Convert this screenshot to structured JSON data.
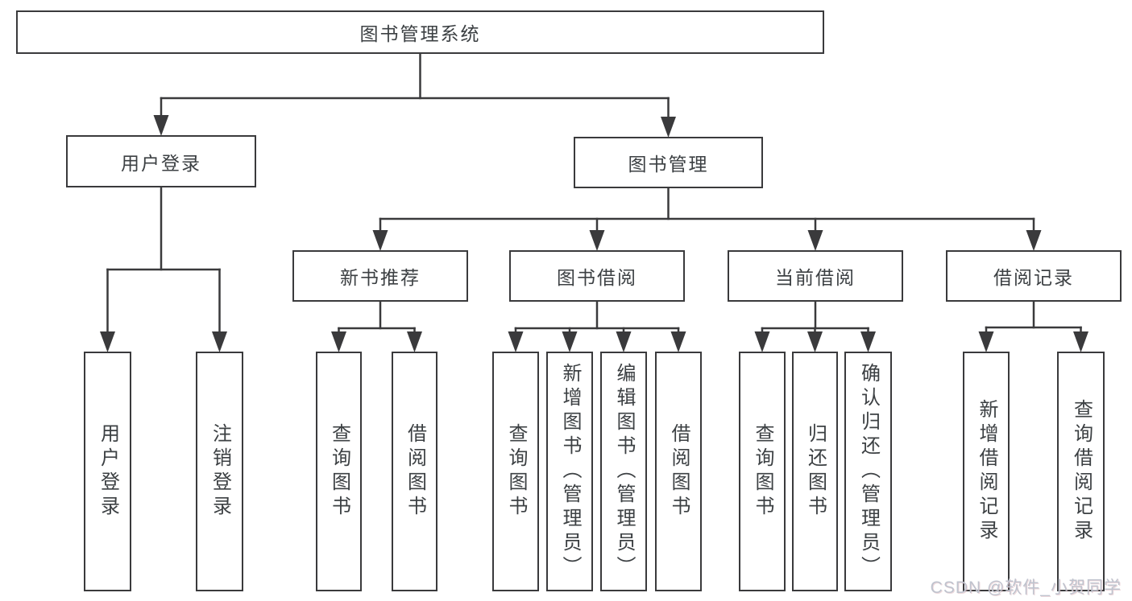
{
  "diagram": {
    "type": "hierarchy-tree",
    "title": "图书管理系统",
    "watermark": "CSDN @软件_小贺同学",
    "colors": {
      "line": "#3a3a3c",
      "text": "#3c4043",
      "background": "#ffffff",
      "watermark": "#bfc3ce"
    },
    "nodes": [
      {
        "id": "root",
        "label": "图书管理系统",
        "orientation": "horizontal",
        "level": 0
      },
      {
        "id": "user-login",
        "label": "用户登录",
        "orientation": "horizontal",
        "level": 1
      },
      {
        "id": "book-management",
        "label": "图书管理",
        "orientation": "horizontal",
        "level": 1
      },
      {
        "id": "new-book-recommend",
        "label": "新书推荐",
        "orientation": "horizontal",
        "level": 2
      },
      {
        "id": "book-borrow",
        "label": "图书借阅",
        "orientation": "horizontal",
        "level": 2
      },
      {
        "id": "current-borrow",
        "label": "当前借阅",
        "orientation": "horizontal",
        "level": 2
      },
      {
        "id": "borrow-records",
        "label": "借阅记录",
        "orientation": "horizontal",
        "level": 2
      },
      {
        "id": "leaf-user-login",
        "label": "用户登录",
        "orientation": "vertical",
        "level": 3
      },
      {
        "id": "leaf-logout",
        "label": "注销登录",
        "orientation": "vertical",
        "level": 3
      },
      {
        "id": "leaf-query-book-1",
        "label": "查询图书",
        "orientation": "vertical",
        "level": 3
      },
      {
        "id": "leaf-borrow-book-1",
        "label": "借阅图书",
        "orientation": "vertical",
        "level": 3
      },
      {
        "id": "leaf-query-book-2",
        "label": "查询图书",
        "orientation": "vertical",
        "level": 3
      },
      {
        "id": "leaf-add-book",
        "label": "新增图书（管理员）",
        "orientation": "vertical",
        "level": 3
      },
      {
        "id": "leaf-edit-book",
        "label": "编辑图书（管理员）",
        "orientation": "vertical",
        "level": 3
      },
      {
        "id": "leaf-borrow-book-2",
        "label": "借阅图书",
        "orientation": "vertical",
        "level": 3
      },
      {
        "id": "leaf-query-book-3",
        "label": "查询图书",
        "orientation": "vertical",
        "level": 3
      },
      {
        "id": "leaf-return-book",
        "label": "归还图书",
        "orientation": "vertical",
        "level": 3
      },
      {
        "id": "leaf-confirm-return",
        "label": "确认归还（管理员）",
        "orientation": "vertical",
        "level": 3
      },
      {
        "id": "leaf-add-borrow-record",
        "label": "新增借阅记录",
        "orientation": "vertical",
        "level": 3
      },
      {
        "id": "leaf-query-borrow-record",
        "label": "查询借阅记录",
        "orientation": "vertical",
        "level": 3
      }
    ],
    "edges": [
      {
        "from": "root",
        "to": [
          "user-login",
          "book-management"
        ]
      },
      {
        "from": "user-login",
        "to": [
          "leaf-user-login",
          "leaf-logout"
        ]
      },
      {
        "from": "book-management",
        "to": [
          "new-book-recommend",
          "book-borrow",
          "current-borrow",
          "borrow-records"
        ]
      },
      {
        "from": "new-book-recommend",
        "to": [
          "leaf-query-book-1",
          "leaf-borrow-book-1"
        ]
      },
      {
        "from": "book-borrow",
        "to": [
          "leaf-query-book-2",
          "leaf-add-book",
          "leaf-edit-book",
          "leaf-borrow-book-2"
        ]
      },
      {
        "from": "current-borrow",
        "to": [
          "leaf-query-book-3",
          "leaf-return-book",
          "leaf-confirm-return"
        ]
      },
      {
        "from": "borrow-records",
        "to": [
          "leaf-add-borrow-record",
          "leaf-query-borrow-record"
        ]
      }
    ]
  }
}
